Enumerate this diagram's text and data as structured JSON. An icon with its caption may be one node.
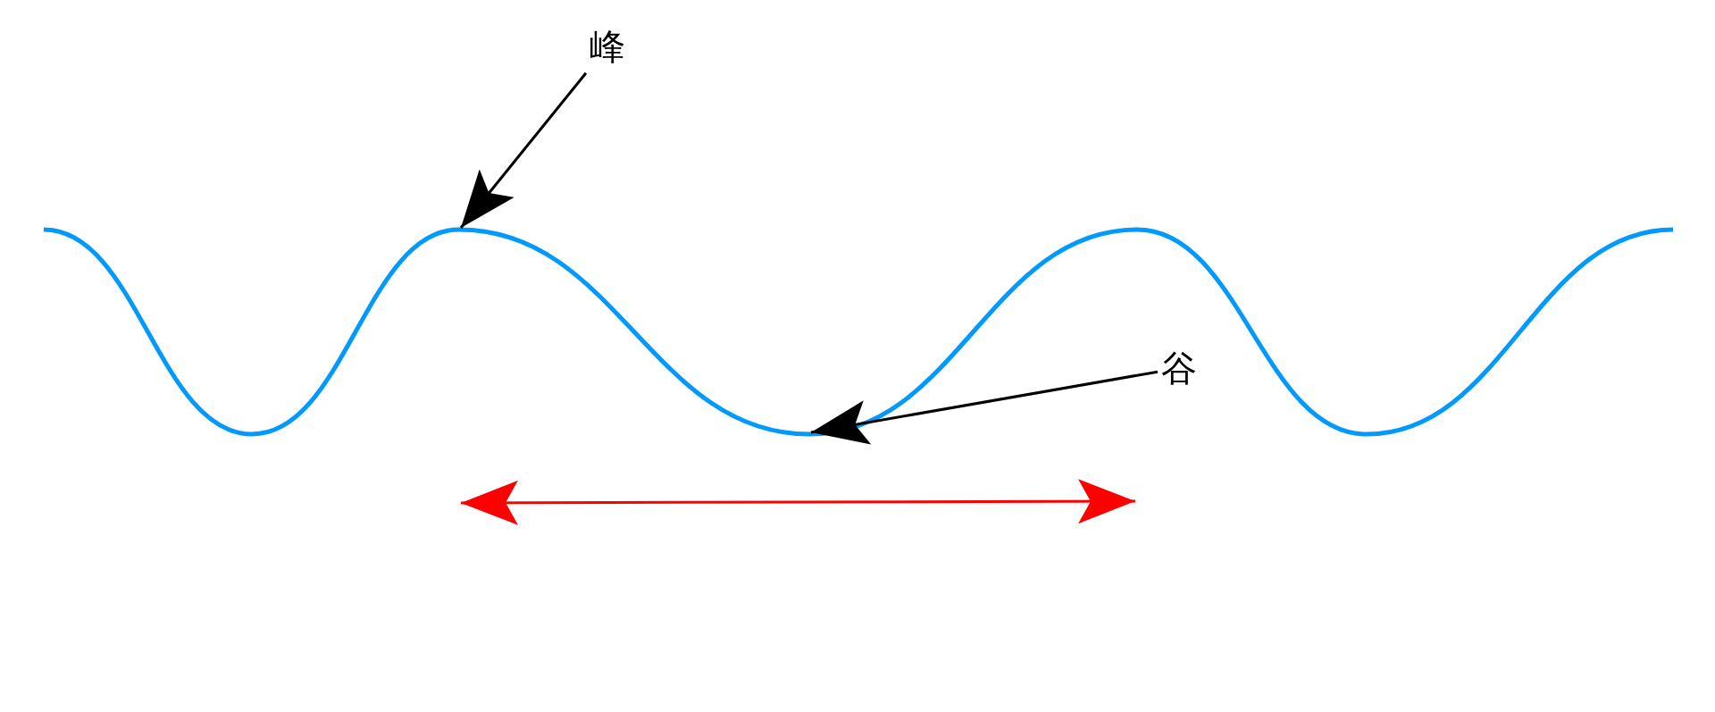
{
  "diagram": {
    "nodes": [
      {
        "text": [
          "峰"
        ]
      },
      {
        "text": [
          "谷"
        ]
      }
    ],
    "edges": [
      {
        "from": 0,
        "to": null,
        "arrow": "to"
      },
      {
        "from": 1,
        "to": null,
        "arrow": "to"
      }
    ]
  }
}
